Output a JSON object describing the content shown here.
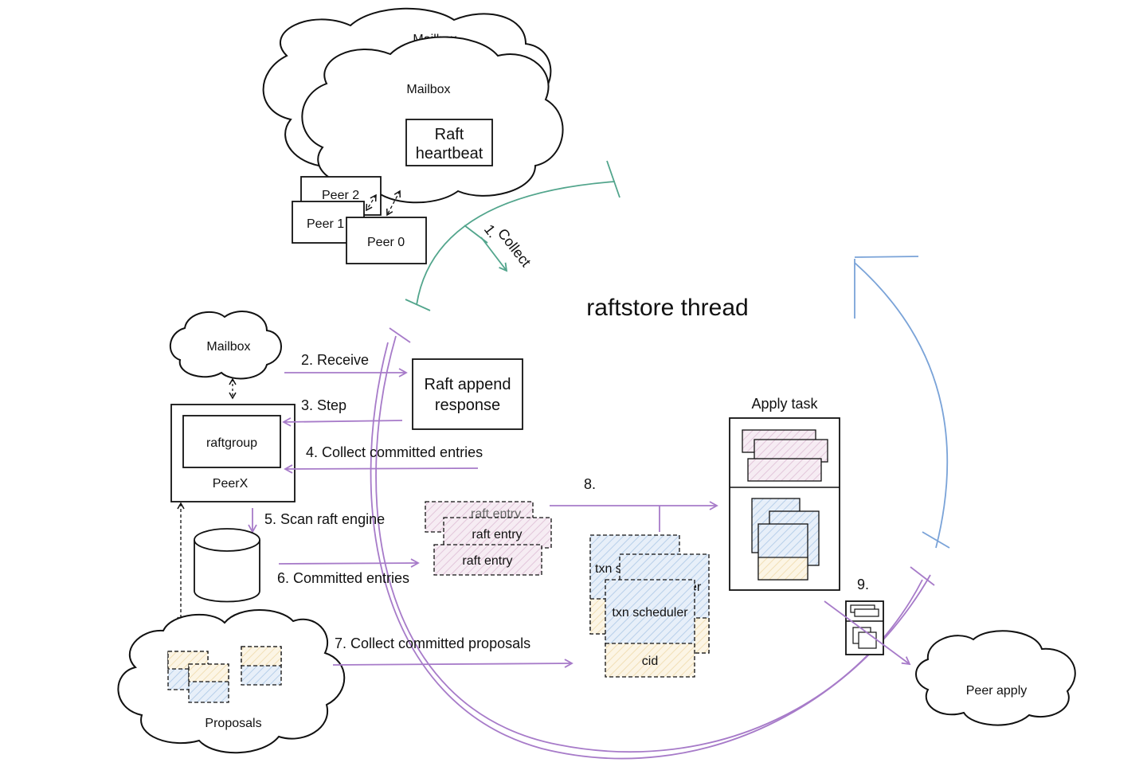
{
  "title": "raftstore thread",
  "top_cloud": {
    "mailbox_back": "Mailbox",
    "mailbox_front": "Mailbox",
    "heartbeat_line1": "Raft",
    "heartbeat_line2": "heartbeat"
  },
  "peers": [
    "Peer 2",
    "Peer 1",
    "Peer 0"
  ],
  "steps": {
    "collect_num": "1.",
    "collect": "Collect",
    "receive": "2.  Receive",
    "step": "3.  Step",
    "collect_committed": "4.  Collect committed entries",
    "scan": "5.   Scan raft engine",
    "committed_entries": "6. Committed entries",
    "collect_proposals": "7.  Collect committed  proposals",
    "eight": "8.",
    "nine": "9."
  },
  "left": {
    "mailbox": "Mailbox",
    "raftgroup": "raftgroup",
    "peerx": "PeerX",
    "proposals": "Proposals"
  },
  "append_response_line1": "Raft append",
  "append_response_line2": "response",
  "raft_entries": [
    "raft entry",
    "raft entry",
    "raft entry"
  ],
  "scheduler": {
    "back_label": "txn s",
    "mid_label": "er",
    "front_label": "txn scheduler",
    "cid": "cid"
  },
  "apply_task": "Apply task",
  "peer_apply": "Peer apply",
  "colors": {
    "purple": "#a77bc9",
    "teal": "#52a58c",
    "blue": "#7aa3d8",
    "hatch_blue": "#cfe0f4",
    "hatch_yellow": "#fbefd6",
    "hatch_pink": "#eed6e6"
  }
}
